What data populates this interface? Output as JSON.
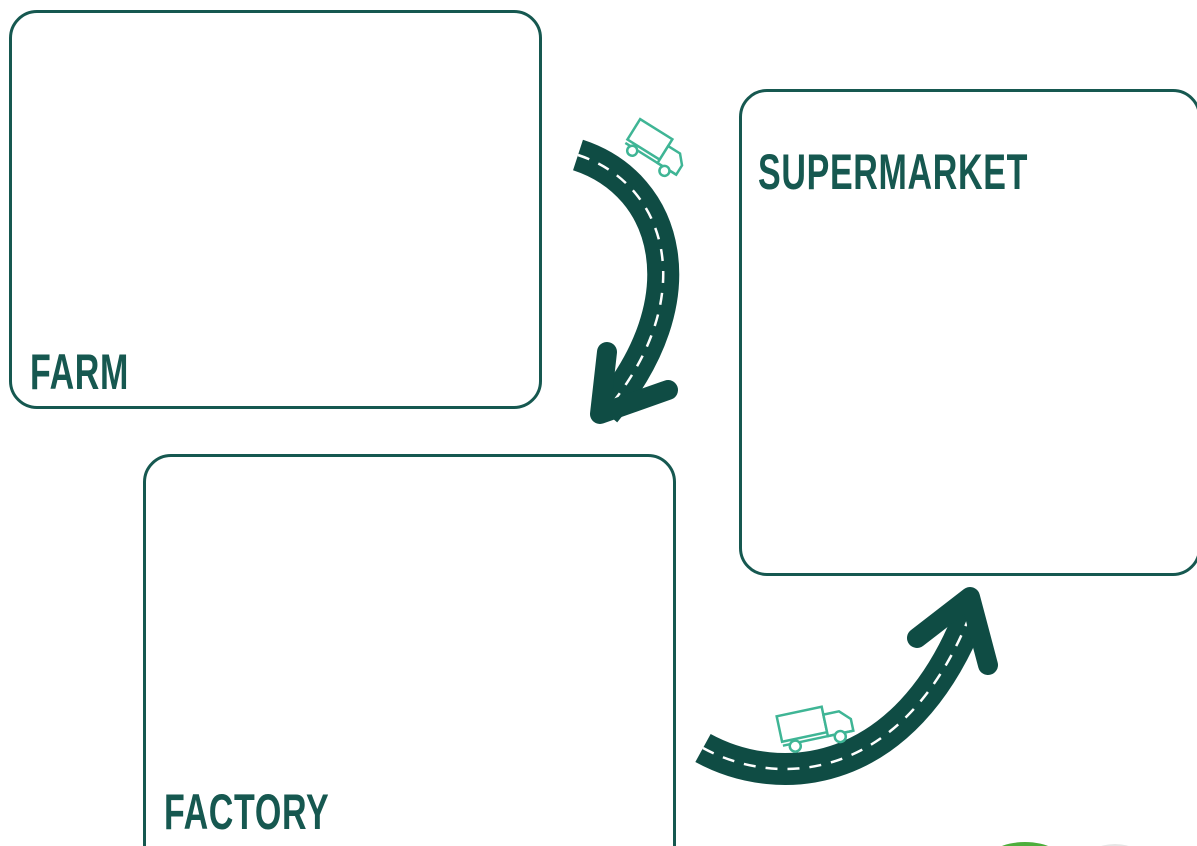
{
  "boxes": {
    "farm": {
      "label": "FARM"
    },
    "factory": {
      "label": "FACTORY"
    },
    "supermarket": {
      "label": "SUPERMARKET"
    }
  },
  "colors": {
    "border": "#165850",
    "road": "#0f4c44",
    "road_dash": "#ffffff",
    "truck": "#3fb595",
    "logo_green": "#4dae3c"
  },
  "icons": [
    "delivery-truck-icon",
    "road-arrow-icon"
  ]
}
